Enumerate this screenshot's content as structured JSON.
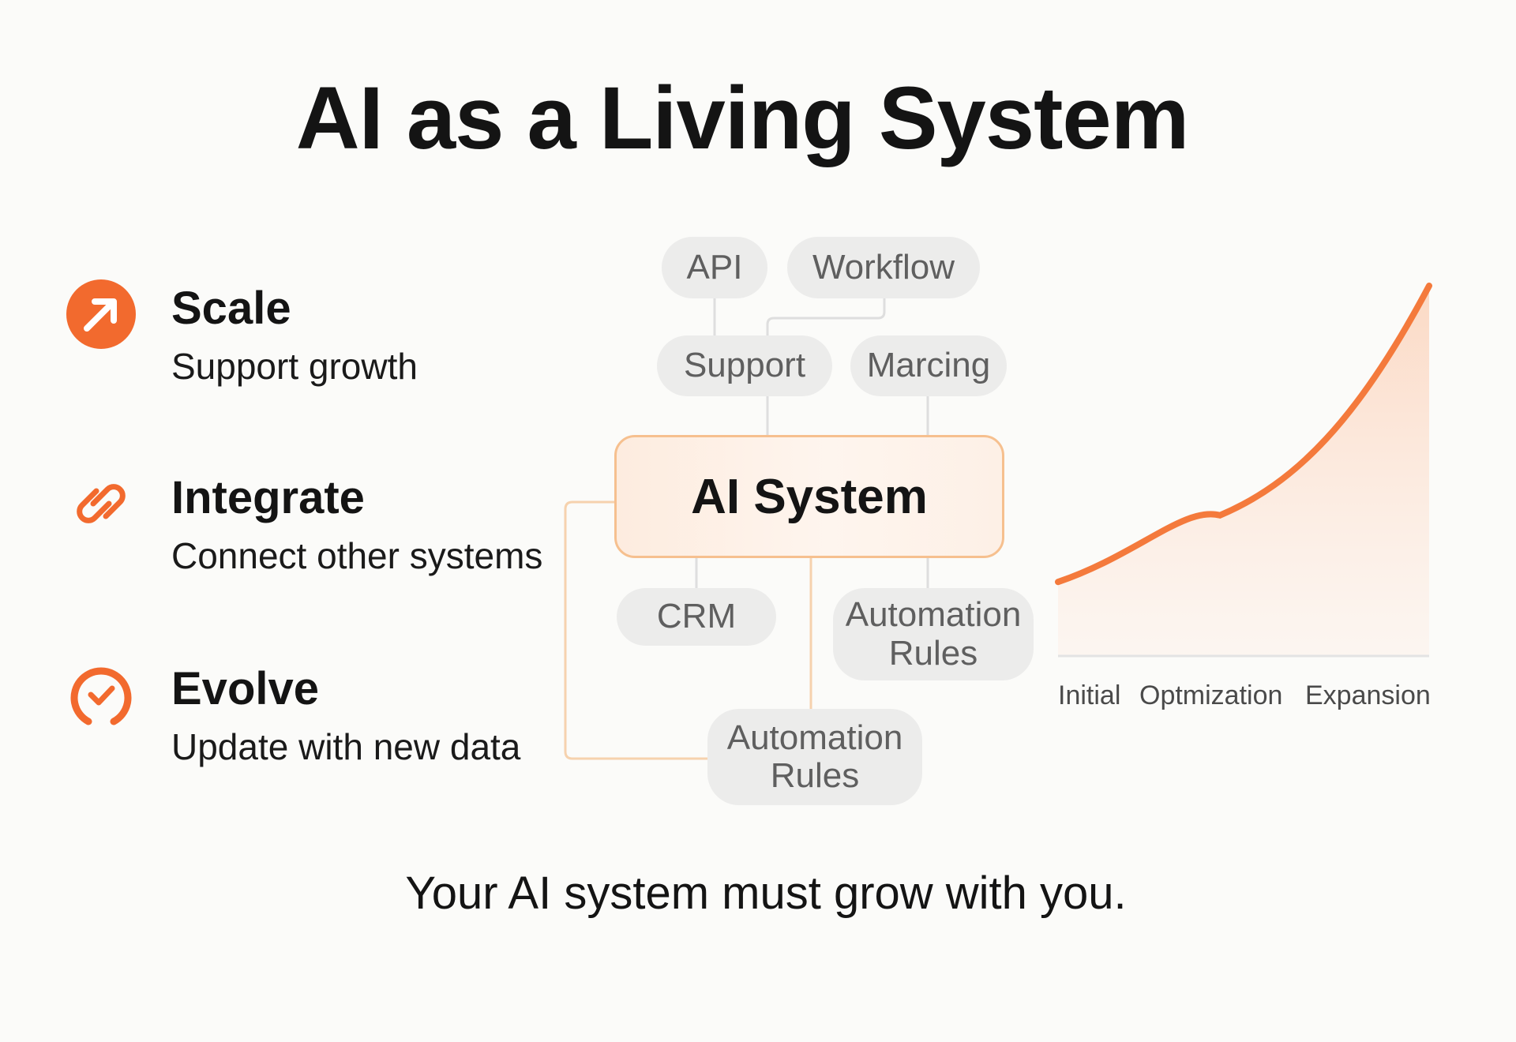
{
  "title": "AI as a Living System",
  "features": [
    {
      "title": "Scale",
      "subtitle": "Support growth",
      "icon": "arrow-up-right-icon",
      "color": "#f26a2e"
    },
    {
      "title": "Integrate",
      "subtitle": "Connect other systems",
      "icon": "link-icon",
      "color": "#f26a2e"
    },
    {
      "title": "Evolve",
      "subtitle": "Update with new data",
      "icon": "refresh-check-icon",
      "color": "#f26a2e"
    }
  ],
  "diagram": {
    "core": "AI System",
    "nodes": {
      "api": "API",
      "workflow": "Workflow",
      "support": "Support",
      "marcing": "Marcing",
      "crm": "CRM",
      "automation_rules_right": "Automation Rules",
      "automation_rules_bottom": "Automation Rules"
    }
  },
  "chart_data": {
    "type": "area",
    "categories": [
      "Initial",
      "Optmization",
      "Expansion"
    ],
    "series": [
      {
        "values": [
          0.2,
          0.38,
          1.0
        ]
      }
    ],
    "color": "#f47a3c"
  },
  "footer": "Your AI system must grow with you."
}
